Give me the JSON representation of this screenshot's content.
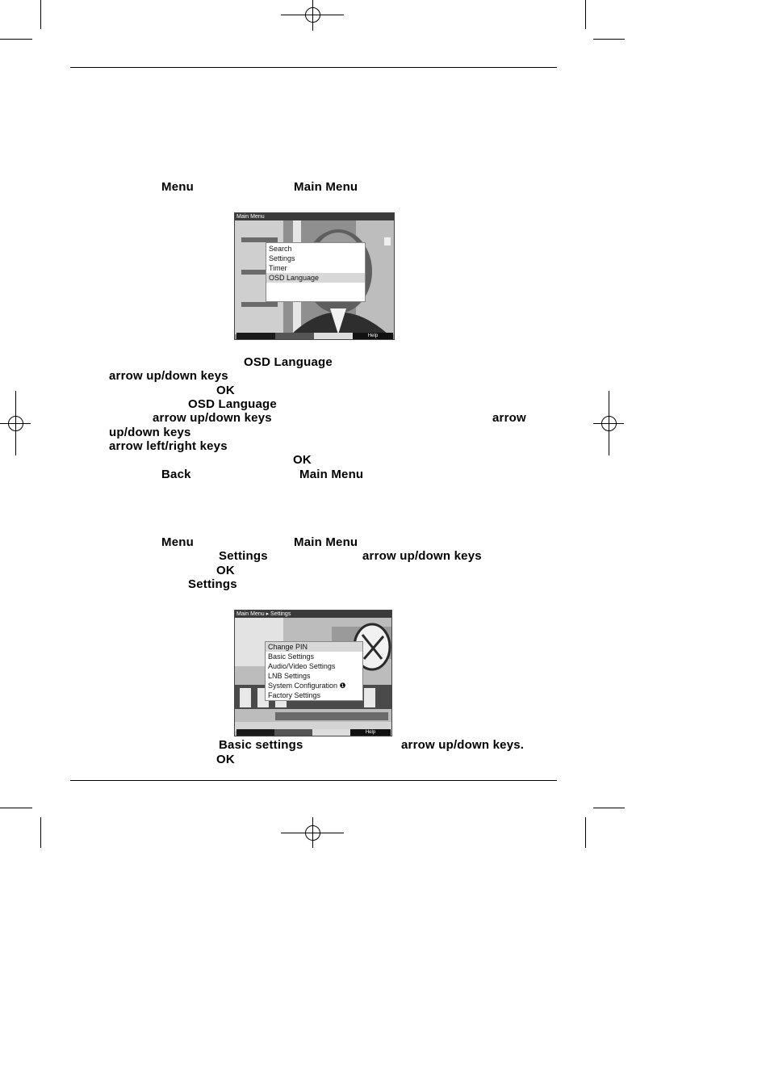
{
  "step1": {
    "menu_key": "Menu",
    "main_menu": "Main Menu"
  },
  "screen1": {
    "title": "Main Menu",
    "items": [
      "Search",
      "Settings",
      "Timer",
      "OSD Language"
    ],
    "selected_index": 3,
    "help": "Help"
  },
  "para1": {
    "osd_language": "OSD Language",
    "arrow_updown": "arrow up/down keys",
    "ok": "OK",
    "osd_language_2": "OSD Language",
    "arrow_updown_2": "arrow up/down keys",
    "arrow_a": "arrow",
    "arrow_b": "up/down keys",
    "arrow_leftright": "arrow left/right keys",
    "ok_2": "OK",
    "back": "Back",
    "main_menu": "Main Menu"
  },
  "para2": {
    "menu_key": "Menu",
    "main_menu": "Main Menu",
    "settings": "Settings",
    "arrow_updown": "arrow up/down keys",
    "ok": "OK",
    "settings_2": "Settings"
  },
  "screen2": {
    "title": "Main Menu ▸ Settings",
    "items": [
      "Change PIN",
      "Basic Settings",
      "Audio/Video Settings",
      "LNB Settings",
      "System Configuration ❶",
      "Factory Settings"
    ],
    "selected_index": 0,
    "help": "Help"
  },
  "para3": {
    "basic_settings": "Basic settings",
    "arrow_updown": "arrow up/down keys.",
    "ok": "OK"
  }
}
